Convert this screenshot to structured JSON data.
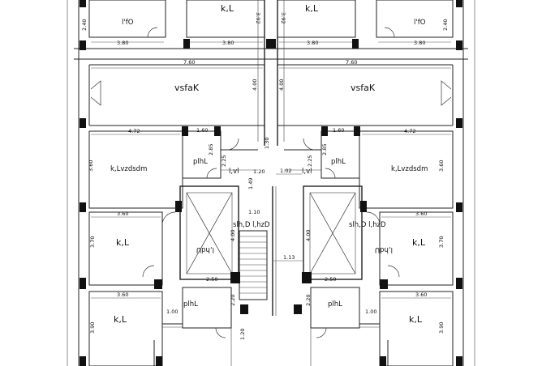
{
  "room_labels": {
    "top_left_small": "l'fO",
    "top_left_room": "k,L",
    "top_right_room": "k,L",
    "top_right_small": "l'fO",
    "hall_left": "vsfaK",
    "hall_right": "vsfaK",
    "living_left": "k,Lvzdsdm",
    "living_right": "k,Lvzdsdm",
    "bath_left_upper": "plhL",
    "bath_right_upper": "plhL",
    "kitchen_left": "k,L",
    "kitchen_right": "k,L",
    "room_left_lower": "k,L",
    "room_right_lower": "k,L",
    "bath_left_lower": "plhL",
    "bath_right_lower": "plhL",
    "stair_left": "slh,D  l,hzD",
    "stair_right": "slh,D  l,hzD",
    "shaft_left": "l,hdU",
    "shaft_right": "l,hdU",
    "lift_left": "l,vl",
    "lift_right": "l,vl"
  },
  "dimensions": {
    "d_392a": "3.92",
    "d_392b": "3.92",
    "d_240a": "2.40",
    "d_240b": "2.40",
    "d_380a": "3.80",
    "d_380b": "3.80",
    "d_380c": "3.80",
    "d_380d": "3.80",
    "d_760a": "7.60",
    "d_760b": "7.60",
    "d_400a": "4.00",
    "d_400b": "4.00",
    "d_472a": "4.72",
    "d_472b": "4.72",
    "d_160a": "1.60",
    "d_160b": "1.60",
    "d_130": "1.30",
    "d_285a": "2.85",
    "d_285b": "2.85",
    "d_225a": "2.25",
    "d_225b": "2.25",
    "d_120top": "1.20",
    "d_102": "1.02",
    "d_360a": "3.60",
    "d_360b": "3.60",
    "d_149": "1.49",
    "d_110": "1.10",
    "d_360c": "3.60",
    "d_360d": "3.60",
    "d_400c": "4.00",
    "d_400d": "4.00",
    "d_370a": "3.70",
    "d_370b": "3.70",
    "d_113": "1.13",
    "d_250a": "2.50",
    "d_250b": "2.50",
    "d_360e": "3.60",
    "d_360f": "3.60",
    "d_220a": "2.20",
    "d_220b": "2.20",
    "d_100a": "1.00",
    "d_100b": "1.00",
    "d_390a": "3.90",
    "d_390b": "3.90",
    "d_120bot": "1.20"
  }
}
